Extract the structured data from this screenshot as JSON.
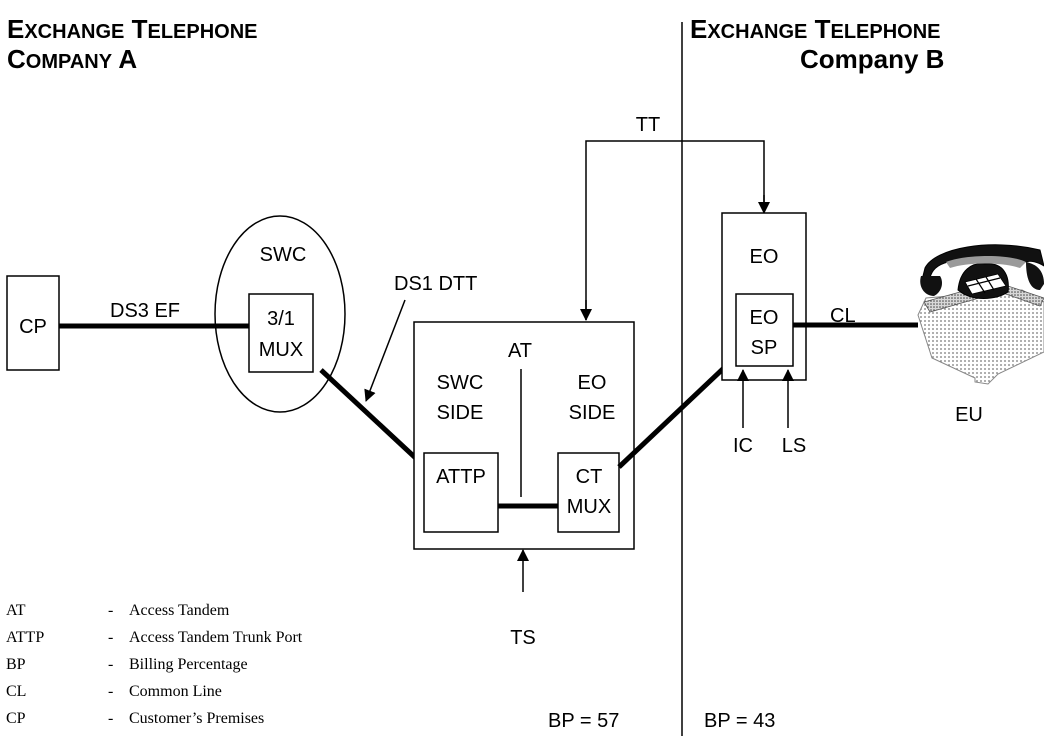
{
  "company_a": {
    "line1_first": "E",
    "line1_first_rest": "XCHANGE",
    "line1_second": "T",
    "line1_second_rest": "ELEPHONE",
    "line2_first": "C",
    "line2_first_rest": "OMPANY",
    "line2_tail": "A"
  },
  "company_b": {
    "line1_first": "E",
    "line1_first_rest": "XCHANGE",
    "line1_second": "T",
    "line1_second_rest": "ELEPHONE",
    "line2": "Company B"
  },
  "labels": {
    "cp": "CP",
    "ds3_ef": "DS3 EF",
    "swc": "SWC",
    "mux_3_1_line1": "3/1",
    "mux_3_1_line2": "MUX",
    "ds1_dtt": "DS1 DTT",
    "at": "AT",
    "swc_side_line1": "SWC",
    "swc_side_line2": "SIDE",
    "eo_side_line1": "EO",
    "eo_side_line2": "SIDE",
    "attp": "ATTP",
    "ct_mux_line1": "CT",
    "ct_mux_line2": "MUX",
    "ts": "TS",
    "tt": "TT",
    "eo": "EO",
    "eo_sp_line1": "EO",
    "eo_sp_line2": "SP",
    "cl": "CL",
    "ic": "IC",
    "ls": "LS",
    "eu": "EU",
    "bp_a": "BP = 57",
    "bp_b": "BP = 43"
  },
  "legend": [
    {
      "abbr": "AT",
      "dash": "-",
      "meaning": "Access Tandem"
    },
    {
      "abbr": "ATTP",
      "dash": "-",
      "meaning": "Access Tandem Trunk Port"
    },
    {
      "abbr": "BP",
      "dash": "-",
      "meaning": "Billing Percentage"
    },
    {
      "abbr": "CL",
      "dash": "-",
      "meaning": "Common Line"
    },
    {
      "abbr": "CP",
      "dash": "-",
      "meaning": "Customer’s Premises"
    }
  ],
  "icons": {
    "telephone": "telephone-icon"
  }
}
